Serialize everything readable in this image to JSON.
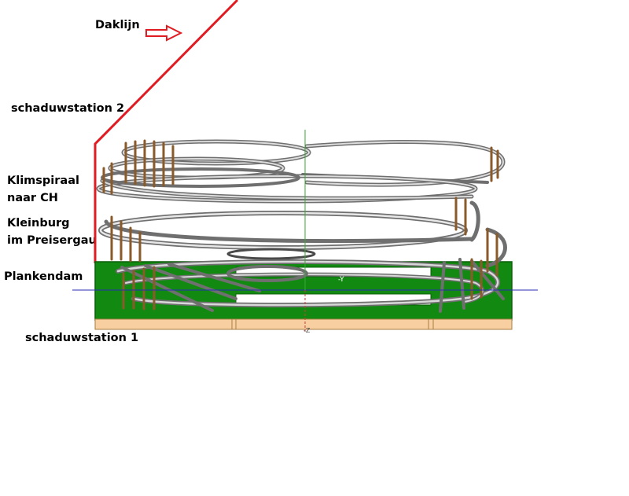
{
  "labels": {
    "roof_line": "Daklijn",
    "shadow_station_2": "schaduwstation 2",
    "climb_spiral_line1": "Klimspiraal",
    "climb_spiral_line2": "naar CH",
    "kleinburg_line1": "Kleinburg",
    "kleinburg_line2": "im Preisergau",
    "plankendam": "Plankendam",
    "shadow_station_1": "schaduwstation 1"
  },
  "axis_labels": {
    "y_axis": "-Y",
    "z_axis": "-Z"
  },
  "colors": {
    "roof_line": "#e01b22",
    "arrow": "#e01b22",
    "baseboard": "#128a12",
    "baseboard_edge": "#0b5e0b",
    "frame": "#f7cfa0",
    "frame_edge": "#a97c44",
    "track": "#6f6f6f",
    "ties": "#8a5a2a",
    "axis_blue": "#2b2bb5",
    "axis_green": "#3aa63a",
    "axis_red": "#d23a3a"
  }
}
